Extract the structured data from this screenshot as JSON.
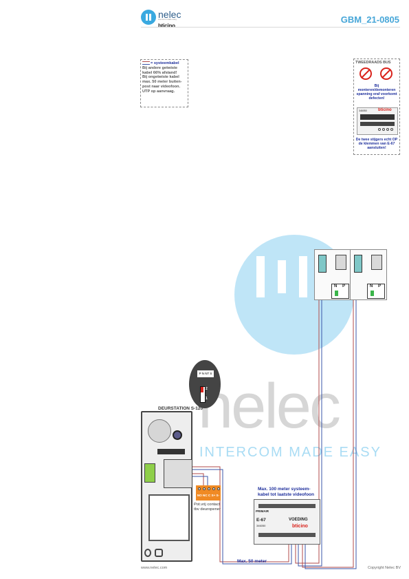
{
  "header": {
    "logo_text": "nelec",
    "logo_tagline": "intercom made easy",
    "logo_brand": "bticino",
    "doc_code": "GBM_21-0805"
  },
  "legend": {
    "title": "= systeemkabel",
    "lines": [
      "Bij andere getwiste",
      "kabel 66% afstand!",
      "Bij ongetwiste kabel",
      "max. 50 meter buiten-",
      "post naar videofoon.",
      "UTP op aanvraag."
    ]
  },
  "bus_box": {
    "title": "TWEEDRAADS BUS",
    "warning": "Bij monteren/demonteren spanning eraf voorkomt defecten!",
    "note": "De twee stijgers echt OP de klemmen van E-67 aansluiten!",
    "module_code": "346050",
    "module_brand": "bticino"
  },
  "watermark": {
    "text": "nelec",
    "tagline": "INTERCOM MADE EASY"
  },
  "door_station": {
    "title": "DEURSTATION S-120",
    "zoom_terminals": "P N NT S",
    "switch_top": "2",
    "switch_bottom": "1"
  },
  "contact": {
    "terminals": "NO NC C S+ S-",
    "caption_lines": [
      "Pot.vrij contact",
      "tbv deuropener"
    ]
  },
  "psu": {
    "caption_lines": [
      "Max. 100 meter systeem-",
      "kabel tot laatste videofoon"
    ],
    "primary": "PRIMAIR",
    "model": "E-67",
    "label": "VOEDING",
    "code": "346050",
    "brand": "bticino"
  },
  "monitors": [
    {
      "n": "N",
      "p": "P"
    },
    {
      "n": "N",
      "p": "P"
    }
  ],
  "distance_label": "Max. 50 meter",
  "footer": {
    "left": "www.nelec.com",
    "right": "Copyright Nelec BV"
  },
  "colors": {
    "accent_blue": "#46a6d8",
    "cable_red": "#b04a4a",
    "cable_blue": "#3a56a8",
    "warning_red": "#d9221b",
    "contact_orange": "#f08a24"
  }
}
